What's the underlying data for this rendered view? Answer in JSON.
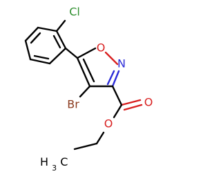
{
  "molecule": {
    "atoms": {
      "cl": "Cl",
      "o_ring": "O",
      "n_ring": "N",
      "br": "Br",
      "o_carbonyl": "O",
      "o_ester": "O",
      "ch3": "H3C",
      "ch3_main": "H",
      "ch3_sub": "3",
      "ch3_c": "C"
    },
    "colors": {
      "carbon_bond": "#000000",
      "nitrogen": "#2b2bd8",
      "oxygen": "#d81f1f",
      "chlorine": "#2f8f2f",
      "bromine": "#8b3b1e",
      "methyl": "#000000"
    }
  }
}
